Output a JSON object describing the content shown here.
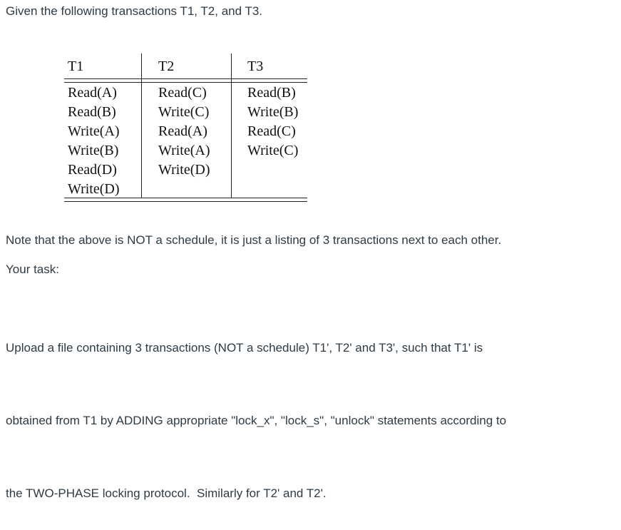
{
  "page": {
    "background": "#ffffff",
    "text_color": "#2d3b45",
    "table_text_color": "#111111"
  },
  "intro": "Given the following transactions T1, T2, and T3.",
  "transactions_table": {
    "columns": [
      {
        "header": "T1",
        "rows": [
          "Read(A)",
          "Read(B)",
          "Write(A)",
          "Write(B)",
          "Read(D)",
          "Write(D)"
        ]
      },
      {
        "header": "T2",
        "rows": [
          "Read(C)",
          "Write(C)",
          "Read(A)",
          "Write(A)",
          "Write(D)"
        ]
      },
      {
        "header": "T3",
        "rows": [
          "Read(B)",
          "Write(B)",
          "Read(C)",
          "Write(C)"
        ]
      }
    ]
  },
  "note": "Note that the above is NOT a schedule, it is just a listing of 3 transactions next to each other.",
  "task_label": "Your task:",
  "upload_instructions": {
    "line1": "Upload a file containing 3 transactions (NOT a schedule) T1', T2' and T3', such that T1' is",
    "line2": "obtained from T1 by ADDING appropriate \"lock_x\", \"lock_s\", \"unlock\" statements according to",
    "line3": "the TWO-PHASE locking protocol.  Similarly for T2' and T2'."
  }
}
